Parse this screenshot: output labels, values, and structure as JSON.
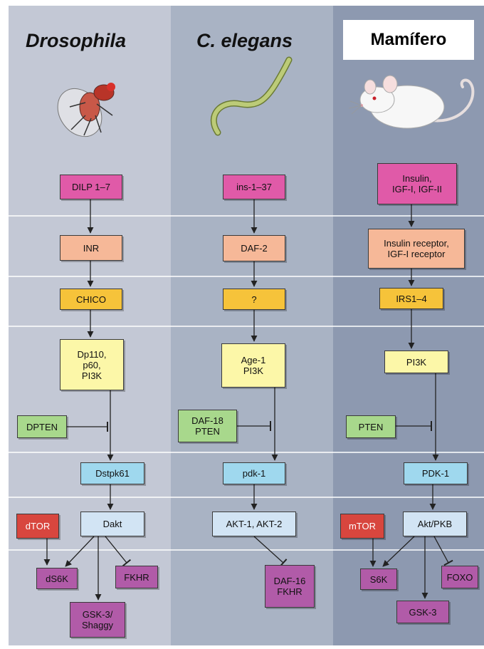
{
  "columns": [
    {
      "title": "Drosophila",
      "organism": "fruit-fly"
    },
    {
      "title": "C. elegans",
      "organism": "nematode-worm"
    },
    {
      "title": "Mamífero",
      "organism": "mouse"
    }
  ],
  "colors": {
    "magenta": "#e05aa8",
    "salmon": "#f6b898",
    "orange": "#f6c33a",
    "yellow": "#fcf7a8",
    "green": "#a8d88c",
    "cyan": "#9fd8ee",
    "lightblue": "#d2e4f4",
    "red": "#d8463e",
    "purple": "#b15ba8"
  },
  "drosophila": {
    "ligand": "DILP 1–7",
    "receptor": "INR",
    "adaptor": "CHICO",
    "pi3k": "Dp110,\np60,\nPI3K",
    "pten": "DPTEN",
    "pdk": "Dstpk61",
    "tor": "dTOR",
    "akt": "Dakt",
    "s6k": "dS6K",
    "fox": "FKHR",
    "gsk": "GSK-3/\nShaggy"
  },
  "elegans": {
    "ligand": "ins-1–37",
    "receptor": "DAF-2",
    "adaptor": "?",
    "pi3k": "Age-1\nPI3K",
    "pten": "DAF-18\nPTEN",
    "pdk": "pdk-1",
    "akt": "AKT-1, AKT-2",
    "fox": "DAF-16\nFKHR"
  },
  "mammal": {
    "ligand": "Insulin,\nIGF-I, IGF-II",
    "receptor": "Insulin receptor,\nIGF-I receptor",
    "adaptor": "IRS1–4",
    "pi3k": "PI3K",
    "pten": "PTEN",
    "pdk": "PDK-1",
    "tor": "mTOR",
    "akt": "Akt/PKB",
    "s6k": "S6K",
    "fox": "FOXO",
    "gsk": "GSK-3"
  }
}
